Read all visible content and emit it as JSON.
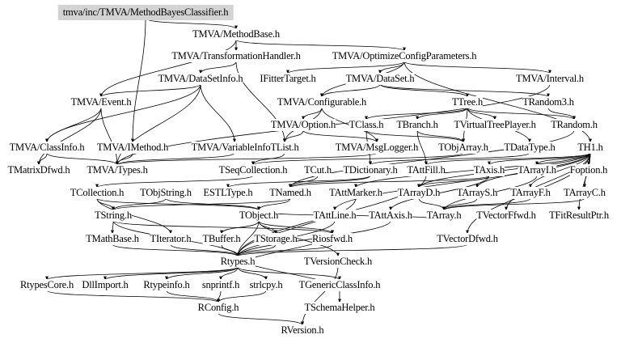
{
  "diagram": {
    "type": "include-dependency-graph",
    "root": "tmva/inc/TMVA/MethodBayesClassifier.h",
    "colors": {
      "root_fill": "#d3d3d3",
      "edge": "#000000",
      "background": "#ffffff"
    },
    "nodes": [
      {
        "id": "root",
        "label": "tmva/inc/TMVA/MethodBayesClassifier.h"
      },
      {
        "id": "MethodBase",
        "label": "TMVA/MethodBase.h"
      },
      {
        "id": "TransformationHandler",
        "label": "TMVA/TransformationHandler.h"
      },
      {
        "id": "OptimizeConfigParameters",
        "label": "TMVA/OptimizeConfigParameters.h"
      },
      {
        "id": "DataSetInfo",
        "label": "TMVA/DataSetInfo.h"
      },
      {
        "id": "IFitterTarget",
        "label": "IFitterTarget.h"
      },
      {
        "id": "DataSet",
        "label": "TMVA/DataSet.h"
      },
      {
        "id": "Interval",
        "label": "TMVA/Interval.h"
      },
      {
        "id": "Event",
        "label": "TMVA/Event.h"
      },
      {
        "id": "Configurable",
        "label": "TMVA/Configurable.h"
      },
      {
        "id": "TTree",
        "label": "TTree.h"
      },
      {
        "id": "TRandom3",
        "label": "TRandom3.h"
      },
      {
        "id": "Option",
        "label": "TMVA/Option.h"
      },
      {
        "id": "TClass",
        "label": "TClass.h"
      },
      {
        "id": "TBranch",
        "label": "TBranch.h"
      },
      {
        "id": "TVirtualTreePlayer",
        "label": "TVirtualTreePlayer.h"
      },
      {
        "id": "TRandom",
        "label": "TRandom.h"
      },
      {
        "id": "ClassInfo",
        "label": "TMVA/ClassInfo.h"
      },
      {
        "id": "IMethod",
        "label": "TMVA/IMethod.h"
      },
      {
        "id": "VariableInfo",
        "label": "TMVA/VariableInfo.h"
      },
      {
        "id": "TList",
        "label": "TList.h"
      },
      {
        "id": "MsgLogger",
        "label": "TMVA/MsgLogger.h"
      },
      {
        "id": "TObjArray",
        "label": "TObjArray.h"
      },
      {
        "id": "TDataType",
        "label": "TDataType.h"
      },
      {
        "id": "TH1",
        "label": "TH1.h"
      },
      {
        "id": "TMatrixDfwd",
        "label": "TMatrixDfwd.h"
      },
      {
        "id": "Types",
        "label": "TMVA/Types.h"
      },
      {
        "id": "TSeqCollection",
        "label": "TSeqCollection.h"
      },
      {
        "id": "TCut",
        "label": "TCut.h"
      },
      {
        "id": "TDictionary",
        "label": "TDictionary.h"
      },
      {
        "id": "TAttFill",
        "label": "TAttFill.h"
      },
      {
        "id": "TAxis",
        "label": "TAxis.h"
      },
      {
        "id": "TArrayI",
        "label": "TArrayI.h"
      },
      {
        "id": "Foption",
        "label": "Foption.h"
      },
      {
        "id": "TCollection",
        "label": "TCollection.h"
      },
      {
        "id": "TObjString",
        "label": "TObjString.h"
      },
      {
        "id": "ESTLType",
        "label": "ESTLType.h"
      },
      {
        "id": "TNamed",
        "label": "TNamed.h"
      },
      {
        "id": "TAttMarker",
        "label": "TAttMarker.h"
      },
      {
        "id": "TArrayD",
        "label": "TArrayD.h"
      },
      {
        "id": "TArrayS",
        "label": "TArrayS.h"
      },
      {
        "id": "TArrayF",
        "label": "TArrayF.h"
      },
      {
        "id": "TArrayC",
        "label": "TArrayC.h"
      },
      {
        "id": "TString",
        "label": "TString.h"
      },
      {
        "id": "TObject",
        "label": "TObject.h"
      },
      {
        "id": "TAttLine",
        "label": "TAttLine.h"
      },
      {
        "id": "TAttAxis",
        "label": "TAttAxis.h"
      },
      {
        "id": "TArray",
        "label": "TArray.h"
      },
      {
        "id": "TVectorFfwd",
        "label": "TVectorFfwd.h"
      },
      {
        "id": "TFitResultPtr",
        "label": "TFitResultPtr.h"
      },
      {
        "id": "TMathBase",
        "label": "TMathBase.h"
      },
      {
        "id": "TIterator",
        "label": "TIterator.h"
      },
      {
        "id": "TBuffer",
        "label": "TBuffer.h"
      },
      {
        "id": "TStorage",
        "label": "TStorage.h"
      },
      {
        "id": "Riosfwd",
        "label": "Riosfwd.h"
      },
      {
        "id": "TVectorDfwd",
        "label": "TVectorDfwd.h"
      },
      {
        "id": "Rtypes",
        "label": "Rtypes.h"
      },
      {
        "id": "TVersionCheck",
        "label": "TVersionCheck.h"
      },
      {
        "id": "RtypesCore",
        "label": "RtypesCore.h"
      },
      {
        "id": "DllImport",
        "label": "DllImport.h"
      },
      {
        "id": "Rtypeinfo",
        "label": "Rtypeinfo.h"
      },
      {
        "id": "snprintf",
        "label": "snprintf.h"
      },
      {
        "id": "strlcpy",
        "label": "strlcpy.h"
      },
      {
        "id": "TGenericClassInfo",
        "label": "TGenericClassInfo.h"
      },
      {
        "id": "RConfig",
        "label": "RConfig.h"
      },
      {
        "id": "TSchemaHelper",
        "label": "TSchemaHelper.h"
      },
      {
        "id": "RVersion",
        "label": "RVersion.h"
      }
    ],
    "edges": [
      [
        "root",
        "MethodBase"
      ],
      [
        "root",
        "IMethod"
      ],
      [
        "MethodBase",
        "TransformationHandler"
      ],
      [
        "MethodBase",
        "OptimizeConfigParameters"
      ],
      [
        "MethodBase",
        "Event"
      ],
      [
        "TransformationHandler",
        "DataSetInfo"
      ],
      [
        "TransformationHandler",
        "TList"
      ],
      [
        "OptimizeConfigParameters",
        "DataSet"
      ],
      [
        "OptimizeConfigParameters",
        "Interval"
      ],
      [
        "OptimizeConfigParameters",
        "Configurable"
      ],
      [
        "OptimizeConfigParameters",
        "IFitterTarget"
      ],
      [
        "OptimizeConfigParameters",
        "TH1"
      ],
      [
        "DataSetInfo",
        "Event"
      ],
      [
        "DataSetInfo",
        "ClassInfo"
      ],
      [
        "DataSetInfo",
        "VariableInfo"
      ],
      [
        "DataSetInfo",
        "Types"
      ],
      [
        "DataSet",
        "TTree"
      ],
      [
        "DataSet",
        "TRandom3"
      ],
      [
        "DataSet",
        "Configurable"
      ],
      [
        "Interval",
        "Types"
      ],
      [
        "Event",
        "ClassInfo"
      ],
      [
        "Event",
        "TMatrixDfwd"
      ],
      [
        "Event",
        "Types"
      ],
      [
        "Configurable",
        "Option"
      ],
      [
        "Configurable",
        "MsgLogger"
      ],
      [
        "Configurable",
        "TList"
      ],
      [
        "TTree",
        "TBranch"
      ],
      [
        "TTree",
        "TVirtualTreePlayer"
      ],
      [
        "TTree",
        "TRandom"
      ],
      [
        "TTree",
        "TClass"
      ],
      [
        "TTree",
        "TObjArray"
      ],
      [
        "TTree",
        "TDataType"
      ],
      [
        "TRandom3",
        "TRandom"
      ],
      [
        "Option",
        "TList"
      ],
      [
        "Option",
        "MsgLogger"
      ],
      [
        "TClass",
        "TObjArray"
      ],
      [
        "TClass",
        "TDictionary"
      ],
      [
        "TBranch",
        "TObjArray"
      ],
      [
        "TBranch",
        "TAttFill"
      ],
      [
        "TRandom",
        "TNamed"
      ],
      [
        "ClassInfo",
        "Types"
      ],
      [
        "ClassInfo",
        "TMatrixDfwd"
      ],
      [
        "IMethod",
        "Types"
      ],
      [
        "VariableInfo",
        "Types"
      ],
      [
        "TList",
        "TSeqCollection"
      ],
      [
        "MsgLogger",
        "Types"
      ],
      [
        "TObjArray",
        "TSeqCollection"
      ],
      [
        "TDataType",
        "TDictionary"
      ],
      [
        "TH1",
        "TAxis"
      ],
      [
        "TH1",
        "TAttFill"
      ],
      [
        "TH1",
        "TArrayI"
      ],
      [
        "TH1",
        "Foption"
      ],
      [
        "TH1",
        "TArrayC"
      ],
      [
        "TH1",
        "TArrayF"
      ],
      [
        "TH1",
        "TArrayD"
      ],
      [
        "TH1",
        "TArrayS"
      ],
      [
        "TH1",
        "TVectorFfwd"
      ],
      [
        "TH1",
        "TVectorDfwd"
      ],
      [
        "TH1",
        "TFitResultPtr"
      ],
      [
        "TH1",
        "TAttMarker"
      ],
      [
        "TH1",
        "TAttLine"
      ],
      [
        "TSeqCollection",
        "TCollection"
      ],
      [
        "TCut",
        "TNamed"
      ],
      [
        "TDictionary",
        "TNamed"
      ],
      [
        "TDictionary",
        "ESTLType"
      ],
      [
        "TAttFill",
        "Rtypes"
      ],
      [
        "TAxis",
        "TNamed"
      ],
      [
        "TAxis",
        "TAttAxis"
      ],
      [
        "TAxis",
        "TArrayD"
      ],
      [
        "TArrayI",
        "TArray"
      ],
      [
        "TCollection",
        "TObject"
      ],
      [
        "TCollection",
        "TIterator"
      ],
      [
        "TCollection",
        "TString"
      ],
      [
        "TObjString",
        "TObject"
      ],
      [
        "TObjString",
        "TString"
      ],
      [
        "TNamed",
        "TObject"
      ],
      [
        "TNamed",
        "TString"
      ],
      [
        "TAttMarker",
        "Rtypes"
      ],
      [
        "TArrayD",
        "TArray"
      ],
      [
        "TArrayS",
        "TArray"
      ],
      [
        "TArrayF",
        "TArray"
      ],
      [
        "TArrayC",
        "TArray"
      ],
      [
        "TString",
        "TMathBase"
      ],
      [
        "TString",
        "Riosfwd"
      ],
      [
        "TString",
        "Rtypes"
      ],
      [
        "TObject",
        "Rtypes"
      ],
      [
        "TObject",
        "TStorage"
      ],
      [
        "TObject",
        "Riosfwd"
      ],
      [
        "TObject",
        "TVersionCheck"
      ],
      [
        "TObject",
        "TBuffer"
      ],
      [
        "TAttLine",
        "Rtypes"
      ],
      [
        "TAttAxis",
        "Rtypes"
      ],
      [
        "TArray",
        "TObject"
      ],
      [
        "TMathBase",
        "Rtypes"
      ],
      [
        "TIterator",
        "Rtypes"
      ],
      [
        "TBuffer",
        "Rtypes"
      ],
      [
        "TStorage",
        "Rtypes"
      ],
      [
        "Riosfwd",
        "Rtypes"
      ],
      [
        "TVectorDfwd",
        "Rtypes"
      ],
      [
        "TVersionCheck",
        "RVersion"
      ],
      [
        "Rtypes",
        "RtypesCore"
      ],
      [
        "Rtypes",
        "DllImport"
      ],
      [
        "Rtypes",
        "Rtypeinfo"
      ],
      [
        "Rtypes",
        "snprintf"
      ],
      [
        "Rtypes",
        "strlcpy"
      ],
      [
        "Rtypes",
        "TGenericClassInfo"
      ],
      [
        "Rtypes",
        "Riosfwd"
      ],
      [
        "RtypesCore",
        "RConfig"
      ],
      [
        "Rtypeinfo",
        "RConfig"
      ],
      [
        "snprintf",
        "RConfig"
      ],
      [
        "strlcpy",
        "RConfig"
      ],
      [
        "TGenericClassInfo",
        "TSchemaHelper"
      ],
      [
        "TGenericClassInfo",
        "Rtypes"
      ],
      [
        "RConfig",
        "RVersion"
      ]
    ]
  }
}
